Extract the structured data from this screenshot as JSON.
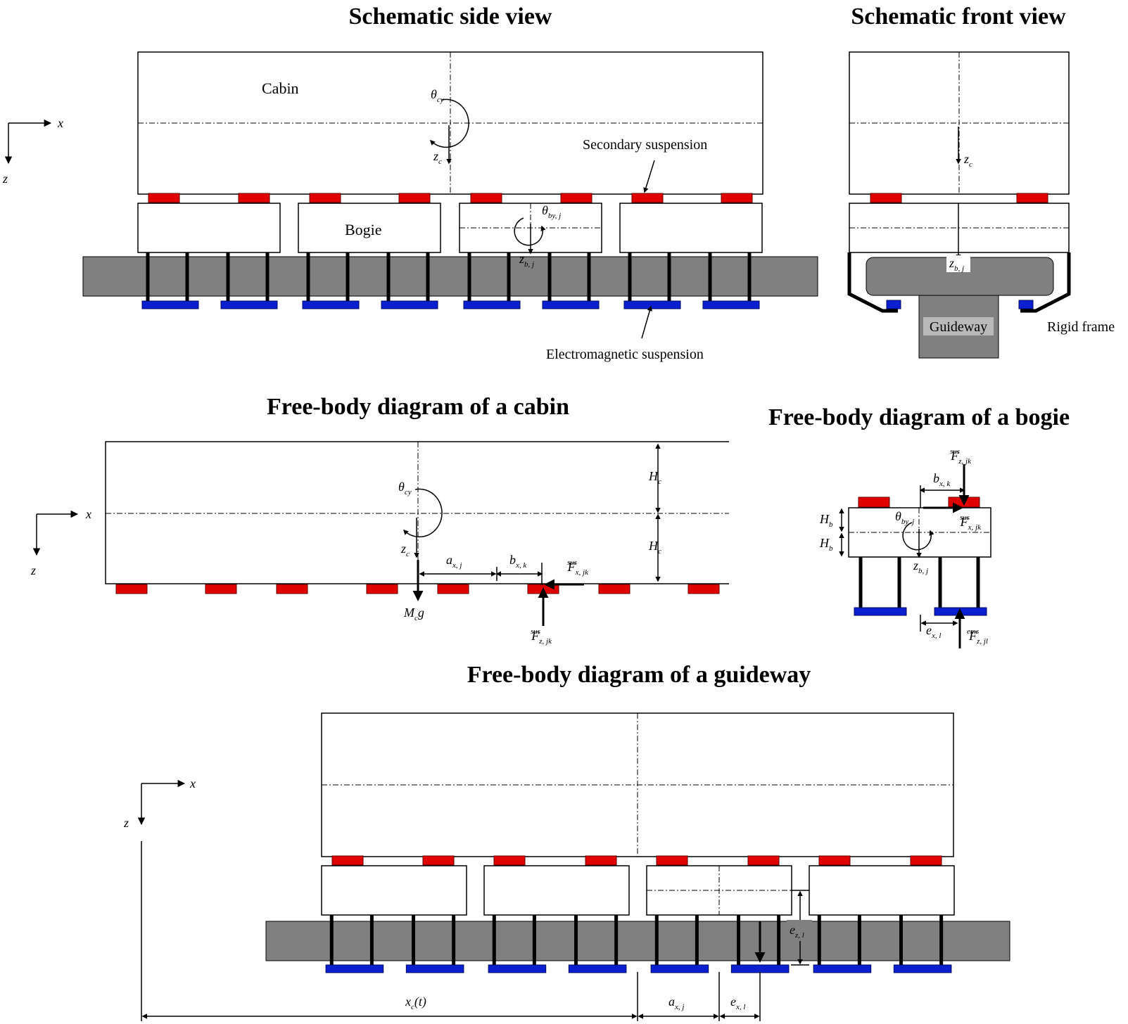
{
  "titles": {
    "side_view": "Schematic side view",
    "front_view": "Schematic front view",
    "fbd_cabin": "Free-body diagram of a cabin",
    "fbd_bogie": "Free-body diagram of a bogie",
    "fbd_guideway": "Free-body diagram of a guideway"
  },
  "labels": {
    "cabin": "Cabin",
    "bogie": "Bogie",
    "secondary_suspension": "Secondary suspension",
    "electromagnetic_suspension": "Electromagnetic suspension",
    "guideway": "Guideway",
    "rigid_frame": "Rigid frame"
  },
  "axes": {
    "x": "x",
    "z": "z"
  },
  "symbols": {
    "theta": "θ",
    "z": "z",
    "H": "H",
    "a": "a",
    "b": "b",
    "e": "e",
    "F": "F",
    "M": "M",
    "g": "g",
    "x": "x",
    "t_paren": "(t)"
  },
  "subscripts": {
    "cy": "cy",
    "c": "c",
    "b": "b",
    "by_j": "by, j",
    "b_j": "b, j",
    "x_j": "x, j",
    "x_k": "x, k",
    "x_l": "x, l",
    "z_l": "z, l",
    "x_jk": "x, jk",
    "z_jk": "z, jk",
    "z_jl": "z, jl",
    "sus": "sus",
    "ems": "ems"
  },
  "colors": {
    "secondary_suspension": "#e00000",
    "electromagnetic_suspension": "#0a1fd0",
    "guideway": "#808080"
  }
}
